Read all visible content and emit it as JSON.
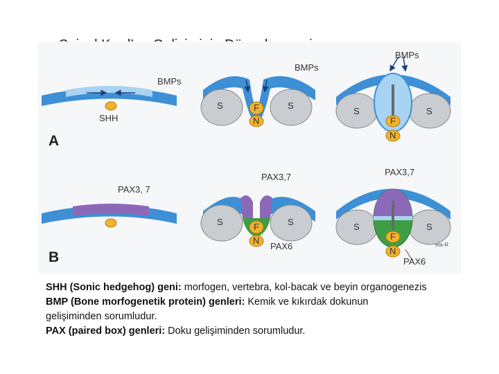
{
  "title": "Spinal Kord’un Gelişiminin Düzenlenmesi",
  "figure": {
    "panel_a": "A",
    "panel_b": "B",
    "bmps": "BMPs",
    "shh": "SHH",
    "pax37_short": "PAX3, 7",
    "pax37": "PAX3,7",
    "pax6": "PAX6",
    "s": "S",
    "f": "F",
    "n": "N",
    "signature": "ela-R",
    "colors": {
      "ectoderm_blue": "#3d8fd6",
      "light_blue": "#a9d3f2",
      "somite_gray": "#c9ccd0",
      "notochord_orange": "#f1b32c",
      "pax37_purple": "#8c69b8",
      "pax6_green": "#3f9e45"
    }
  },
  "caption": {
    "l1_bold": "SHH (Sonic hedgehog) geni:",
    "l1_text": " morfogen, vertebra, kol-bacak ve beyin organogenezis",
    "l2_bold": "BMP (Bone morfogenetik protein) genleri:",
    "l2_text": " Kemik ve kıkırdak dokunun",
    "l3_text": "gelişiminden sorumludur.",
    "l4_bold": "PAX (paired box) genleri:",
    "l4_text": " Doku gelişiminden sorumludur."
  }
}
